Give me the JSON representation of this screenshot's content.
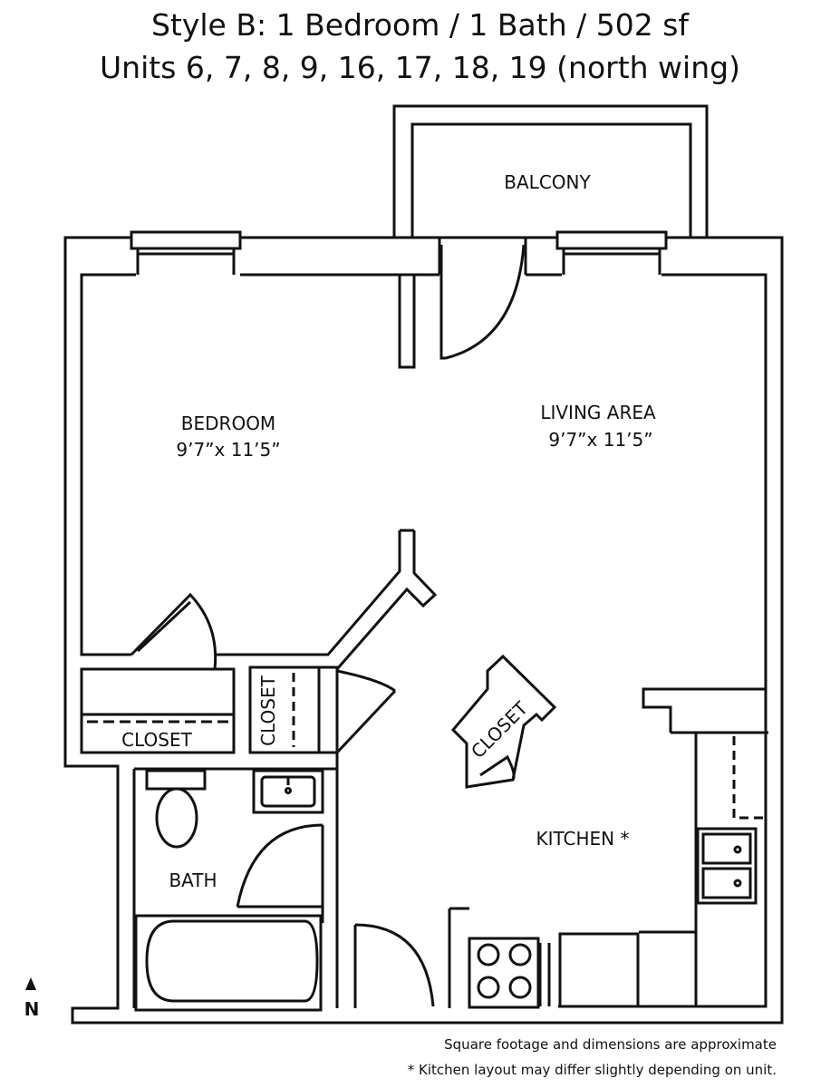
{
  "title": {
    "line1": "Style B:  1 Bedroom / 1 Bath / 502 sf",
    "line2": "Units 6, 7, 8, 9, 16, 17, 18, 19 (north wing)"
  },
  "rooms": {
    "balcony": "BALCONY",
    "bedroom": "BEDROOM",
    "bedroom_dims": "9’7”x 11’5”",
    "living": "LIVING AREA",
    "living_dims": "9’7”x 11’5”",
    "closet_bedroom": "CLOSET",
    "closet_small": "CLOSET",
    "closet_kitchen": "CLOSET",
    "bath": "BATH",
    "kitchen": "KITCHEN *"
  },
  "compass": {
    "label": "N"
  },
  "notes": {
    "line1": "Square footage and dimensions are approximate",
    "line2": "* Kitchen layout may differ slightly depending on unit."
  }
}
